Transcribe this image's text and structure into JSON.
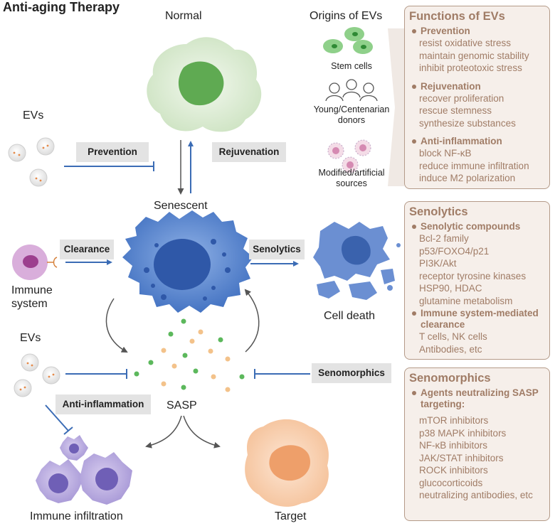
{
  "title": "Anti-aging Therapy",
  "cells": {
    "normal": "Normal",
    "senescent": "Senescent",
    "cell_death": "Cell death",
    "sasp": "SASP",
    "target": "Target",
    "immune_infiltration": "Immune infiltration",
    "immune_system": [
      "Immune",
      "system"
    ],
    "evs_top": "EVs",
    "evs_bottom": "EVs"
  },
  "tags": {
    "prevention": "Prevention",
    "rejuvenation": "Rejuvenation",
    "clearance": "Clearance",
    "senolytics": "Senolytics",
    "senomorphics": "Senomorphics",
    "anti_inflammation": "Anti-inflammation"
  },
  "origins": {
    "title": "Origins of EVs",
    "stem_cells": "Stem cells",
    "donors": [
      "Young/Centenarian",
      "donors"
    ],
    "modified": [
      "Modified/artificial",
      "sources"
    ]
  },
  "functions_panel": {
    "title": "Functions of EVs",
    "sections": [
      {
        "heading": "Prevention",
        "items": [
          "resist oxidative stress",
          "maintain genomic stability",
          "inhibit proteotoxic stress"
        ]
      },
      {
        "heading": "Rejuvenation",
        "items": [
          "recover proliferation",
          "rescue stemness",
          "synthesize substances"
        ]
      },
      {
        "heading": "Anti-inflammation",
        "items": [
          "block NF-κB",
          "reduce immune infiltration",
          "induce M2 polarization"
        ]
      }
    ]
  },
  "senolytics_panel": {
    "title": "Senolytics",
    "sections": [
      {
        "heading": "Senolytic compounds",
        "items": [
          "Bcl-2 family",
          "p53/FOXO4/p21",
          "PI3K/Akt",
          "receptor tyrosine kinases",
          "HSP90, HDAC",
          "glutamine metabolism"
        ]
      },
      {
        "heading": "Immune system-mediated clearance",
        "items": [
          "T cells, NK cells",
          "Antibodies, etc"
        ]
      }
    ]
  },
  "senomorphics_panel": {
    "title": "Senomorphics",
    "sections": [
      {
        "heading": "Agents neutralizing SASP targeting:",
        "items": [
          "mTOR inhibitors",
          "p38 MAPK inhibitors",
          "NF-κB inhibitors",
          "JAK/STAT inhibitors",
          "ROCK inhibitors",
          "glucocorticoids",
          "neutralizing antibodies, etc"
        ]
      }
    ]
  },
  "colors": {
    "arrow_blue": "#3b6cb5",
    "panel_text": "#a07c66",
    "panel_border": "#b49a88",
    "panel_fill": "#f6efea",
    "senescent_cell": "#4a78c6",
    "normal_cell": "#d5e7cb",
    "target_cell": "#f7c9a6"
  }
}
